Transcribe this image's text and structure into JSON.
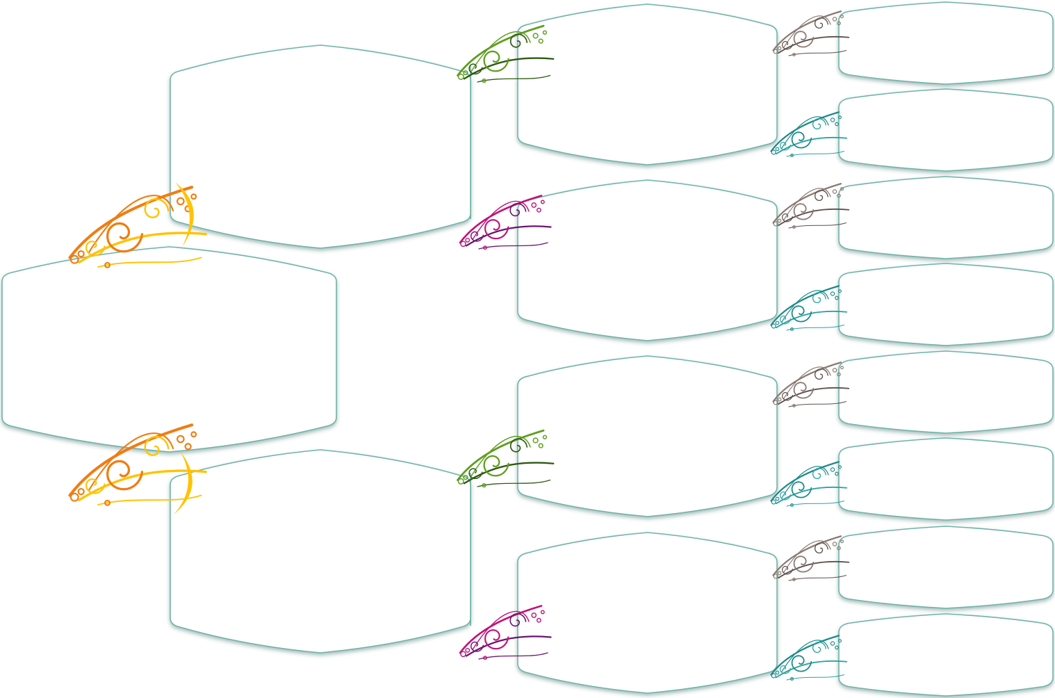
{
  "diagram": {
    "type": "family-tree",
    "colors": {
      "box_stroke": "#6fb3a8",
      "box_shadow": "#3d6e68",
      "box_fill": "#ffffff",
      "ornament_orange": "#f07d12",
      "ornament_yellow": "#ffc300",
      "ornament_green": "#5f9e1f",
      "ornament_dark_green": "#2f5a12",
      "ornament_magenta": "#c0147a",
      "ornament_purple": "#6b1470",
      "ornament_taupe": "#8a7a72",
      "ornament_teal": "#1f8a8a"
    },
    "ornament_icons": [
      "swirl-orange-icon",
      "swirl-green-icon",
      "swirl-magenta-icon",
      "swirl-taupe-icon",
      "swirl-teal-icon"
    ],
    "boxes": [
      {
        "id": "root",
        "generation": 1,
        "text": ""
      },
      {
        "id": "parent-1",
        "generation": 2,
        "text": ""
      },
      {
        "id": "parent-2",
        "generation": 2,
        "text": ""
      },
      {
        "id": "grandparent-1",
        "generation": 3,
        "text": ""
      },
      {
        "id": "grandparent-2",
        "generation": 3,
        "text": ""
      },
      {
        "id": "grandparent-3",
        "generation": 3,
        "text": ""
      },
      {
        "id": "grandparent-4",
        "generation": 3,
        "text": ""
      },
      {
        "id": "great-grandparent-1",
        "generation": 4,
        "text": ""
      },
      {
        "id": "great-grandparent-2",
        "generation": 4,
        "text": ""
      },
      {
        "id": "great-grandparent-3",
        "generation": 4,
        "text": ""
      },
      {
        "id": "great-grandparent-4",
        "generation": 4,
        "text": ""
      },
      {
        "id": "great-grandparent-5",
        "generation": 4,
        "text": ""
      },
      {
        "id": "great-grandparent-6",
        "generation": 4,
        "text": ""
      },
      {
        "id": "great-grandparent-7",
        "generation": 4,
        "text": ""
      },
      {
        "id": "great-grandparent-8",
        "generation": 4,
        "text": ""
      }
    ]
  }
}
